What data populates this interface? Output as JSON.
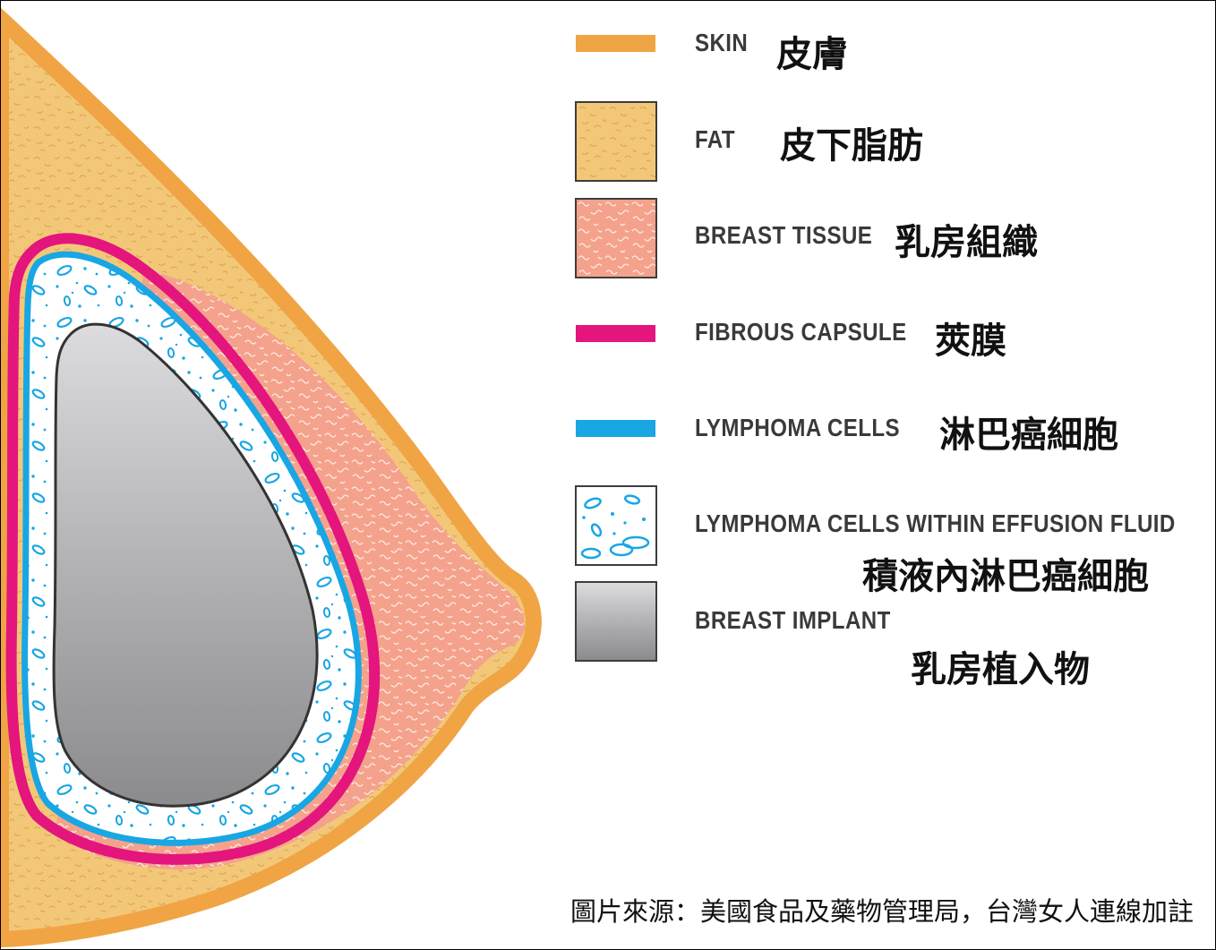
{
  "legend": {
    "skin": {
      "en": "SKIN",
      "zh": "皮膚",
      "color": "#f0a444"
    },
    "fat": {
      "en": "FAT",
      "zh": "皮下脂肪",
      "color": "#f2c878"
    },
    "breast_tissue": {
      "en": "BREAST TISSUE",
      "zh": "乳房組織",
      "color": "#f4a28c"
    },
    "fibrous_capsule": {
      "en": "FIBROUS CAPSULE",
      "zh": "莢膜",
      "color": "#e4157c"
    },
    "lymphoma_cells": {
      "en": "LYMPHOMA CELLS",
      "zh": "淋巴癌細胞",
      "color": "#18a6e4"
    },
    "lymphoma_in_fluid": {
      "en": "LYMPHOMA CELLS WITHIN EFFUSION FLUID",
      "zh": "積液內淋巴癌細胞",
      "color": "#18a6e4"
    },
    "breast_implant": {
      "en": "BREAST IMPLANT",
      "zh": "乳房植入物",
      "color": "#a9aaac"
    }
  },
  "source_note": "圖片來源：美國食品及藥物管理局，台灣女人連線加註"
}
